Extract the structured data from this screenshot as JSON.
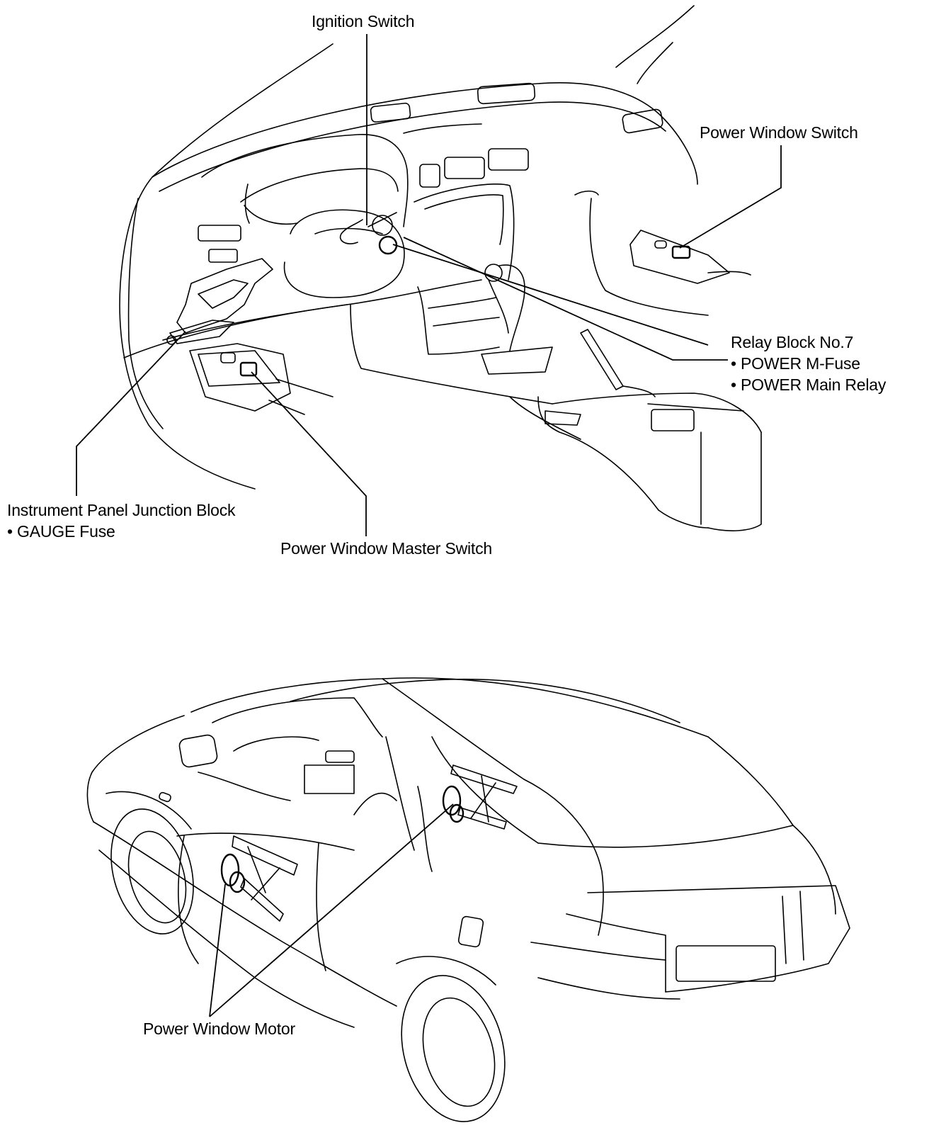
{
  "callouts": {
    "ignition_switch": "Ignition Switch",
    "power_window_switch": "Power Window Switch",
    "relay_block": {
      "title": "Relay Block No.7",
      "items": [
        "• POWER M-Fuse",
        "• POWER Main Relay"
      ]
    },
    "junction_block": {
      "title": "Instrument Panel Junction Block",
      "items": [
        "• GAUGE Fuse"
      ]
    },
    "master_switch": "Power Window Master Switch",
    "window_motor": "Power Window Motor"
  }
}
